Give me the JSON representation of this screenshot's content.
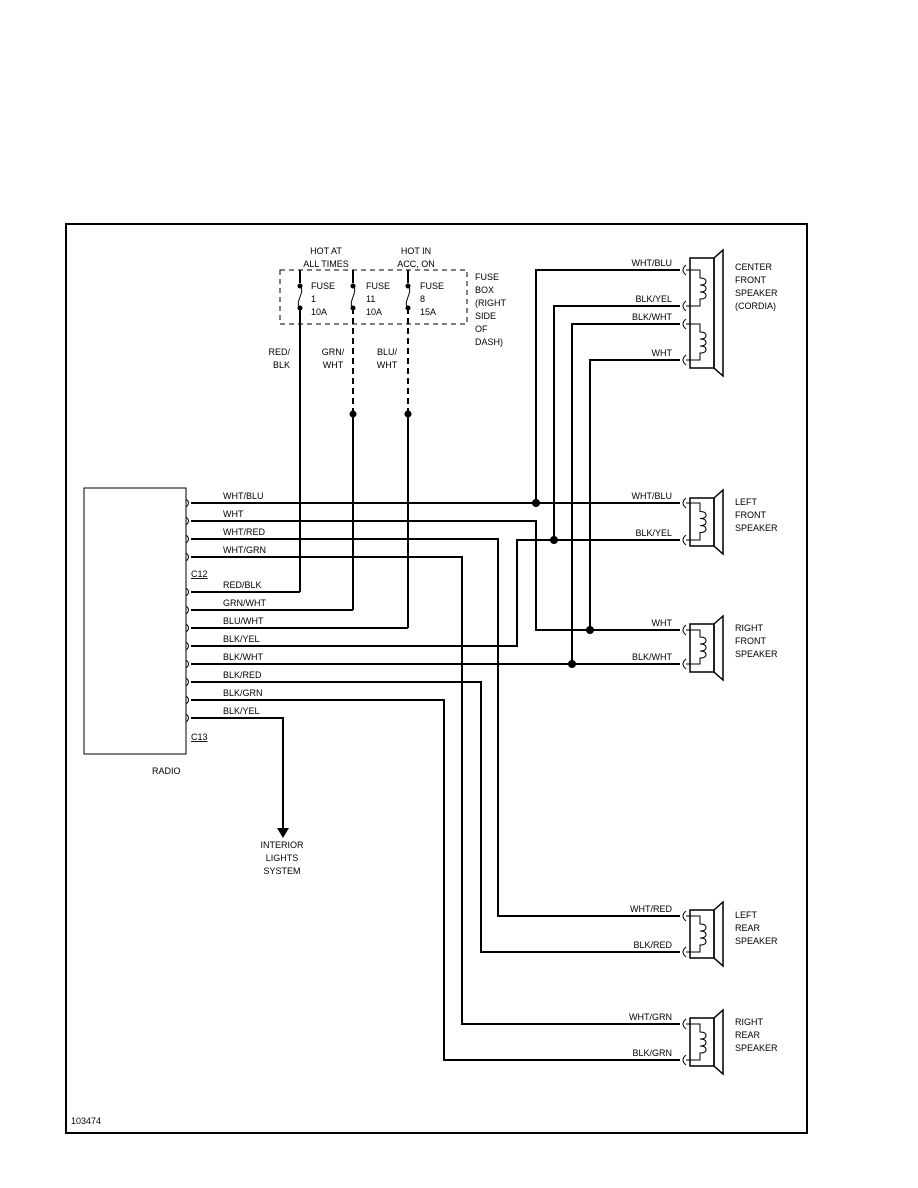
{
  "diagram_id": "103474",
  "fuse_box": {
    "header_hot_at": "HOT AT",
    "header_all_times": "ALL TIMES",
    "header_hot_in": "HOT IN",
    "header_acc_on": "ACC, ON",
    "label_lines": [
      "FUSE",
      "BOX",
      "(RIGHT",
      "SIDE",
      "OF",
      "DASH)"
    ],
    "fuses": [
      {
        "fuse": "FUSE",
        "num": "1",
        "amp": "10A"
      },
      {
        "fuse": "FUSE",
        "num": "11",
        "amp": "10A"
      },
      {
        "fuse": "FUSE",
        "num": "8",
        "amp": "15A"
      }
    ],
    "feed_labels": [
      {
        "l1": "RED/",
        "l2": "BLK"
      },
      {
        "l1": "GRN/",
        "l2": "WHT"
      },
      {
        "l1": "BLU/",
        "l2": "WHT"
      }
    ]
  },
  "radio": {
    "label": "RADIO",
    "connector_c12": "C12",
    "connector_c13": "C13",
    "pins": [
      "WHT/BLU",
      "WHT",
      "WHT/RED",
      "WHT/GRN",
      "RED/BLK",
      "GRN/WHT",
      "BLU/WHT",
      "BLK/YEL",
      "BLK/WHT",
      "BLK/RED",
      "BLK/GRN",
      "BLK/YEL"
    ]
  },
  "interior_lights": [
    "INTERIOR",
    "LIGHTS",
    "SYSTEM"
  ],
  "speakers": [
    {
      "name_lines": [
        "CENTER",
        "FRONT",
        "SPEAKER",
        "(CORDIA)"
      ],
      "wires": [
        "WHT/BLU",
        "BLK/YEL",
        "BLK/WHT",
        "WHT"
      ]
    },
    {
      "name_lines": [
        "LEFT",
        "FRONT",
        "SPEAKER"
      ],
      "wires": [
        "WHT/BLU",
        "BLK/YEL"
      ]
    },
    {
      "name_lines": [
        "RIGHT",
        "FRONT",
        "SPEAKER"
      ],
      "wires": [
        "WHT",
        "BLK/WHT"
      ]
    },
    {
      "name_lines": [
        "LEFT",
        "REAR",
        "SPEAKER"
      ],
      "wires": [
        "WHT/RED",
        "BLK/RED"
      ]
    },
    {
      "name_lines": [
        "RIGHT",
        "REAR",
        "SPEAKER"
      ],
      "wires": [
        "WHT/GRN",
        "BLK/GRN"
      ]
    }
  ]
}
